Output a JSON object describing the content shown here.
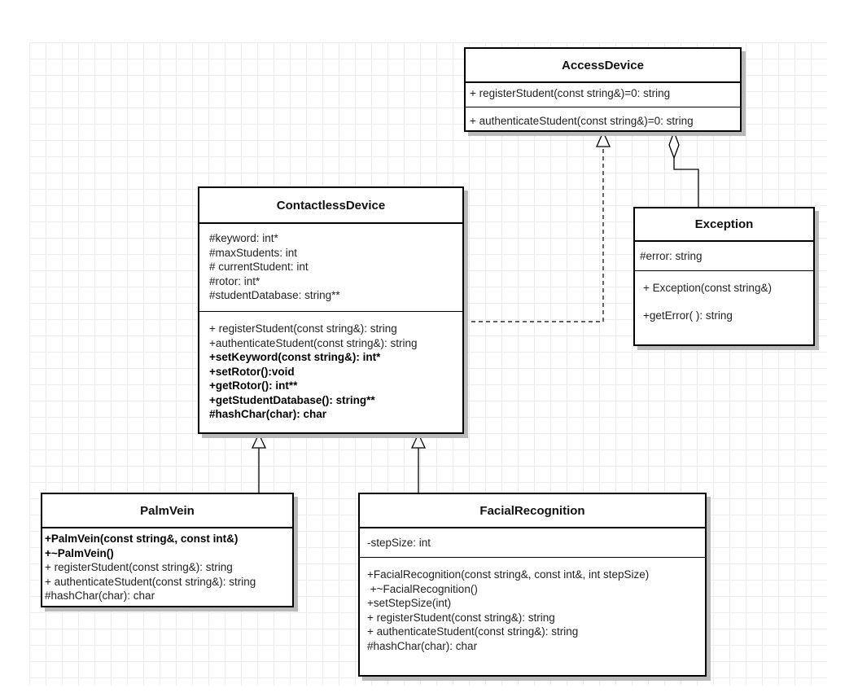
{
  "classes": {
    "access_device": {
      "name": "AccessDevice",
      "methods": [
        "+ registerStudent(const string&)=0: string",
        "+ authenticateStudent(const string&)=0: string"
      ]
    },
    "contactless_device": {
      "name": "ContactlessDevice",
      "attributes": [
        "#keyword: int*",
        "#maxStudents: int",
        "# currentStudent: int",
        "#rotor: int*",
        "#studentDatabase: string**"
      ],
      "methods": [
        "+ registerStudent(const string&): string",
        "+authenticateStudent(const string&): string",
        "+setKeyword(const string&): int*",
        "+setRotor():void",
        "+getRotor(): int**",
        "+getStudentDatabase(): string**",
        "#hashChar(char): char"
      ]
    },
    "exception": {
      "name": "Exception",
      "attributes": [
        "#error: string"
      ],
      "methods": [
        "+ Exception(const string&)",
        "+getError( ): string"
      ]
    },
    "palm_vein": {
      "name": "PalmVein",
      "methods": [
        "+PalmVein(const string&, const int&)",
        "+~PalmVein()",
        "+ registerStudent(const string&): string",
        "+ authenticateStudent(const string&): string",
        "#hashChar(char): char"
      ]
    },
    "facial_recognition": {
      "name": "FacialRecognition",
      "attributes": [
        "-stepSize: int"
      ],
      "methods": [
        "+FacialRecognition(const string&, const int&, int stepSize)",
        " +~FacialRecognition()",
        "+setStepSize(int)",
        "+ registerStudent(const string&): string",
        "+ authenticateStudent(const string&): string",
        "#hashChar(char): char"
      ]
    }
  },
  "relationships": [
    {
      "type": "realization",
      "from": "ContactlessDevice",
      "to": "AccessDevice"
    },
    {
      "type": "aggregation",
      "from": "Exception",
      "to": "AccessDevice"
    },
    {
      "type": "generalization",
      "from": "PalmVein",
      "to": "ContactlessDevice"
    },
    {
      "type": "generalization",
      "from": "FacialRecognition",
      "to": "ContactlessDevice"
    }
  ],
  "colors": {
    "line": "#000000",
    "shadow": "#b9b9b9",
    "grid": "#ececec"
  }
}
